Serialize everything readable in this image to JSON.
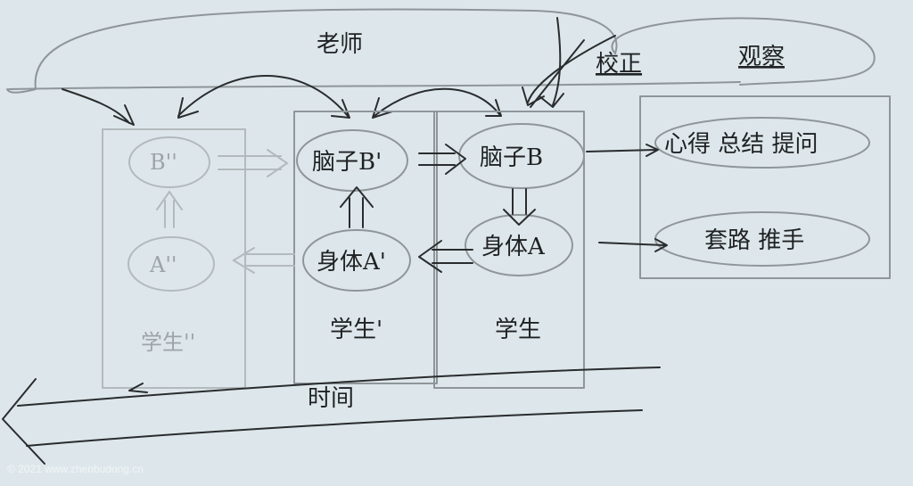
{
  "teacher": "老师",
  "correct": "校正",
  "observe": "观察",
  "columns": {
    "student2": {
      "label": "学生''",
      "brain": "B''",
      "body": "A''"
    },
    "student1": {
      "label": "学生'",
      "brain": "脑子B'",
      "body": "身体A'"
    },
    "student0": {
      "label": "学生",
      "brain": "脑子B",
      "body": "身体A"
    }
  },
  "outputs": {
    "reflection": "心得 总结 提问",
    "routine": "套路 推手"
  },
  "time": "时间",
  "watermark": "©      2021  www.zhenbudong.cn"
}
